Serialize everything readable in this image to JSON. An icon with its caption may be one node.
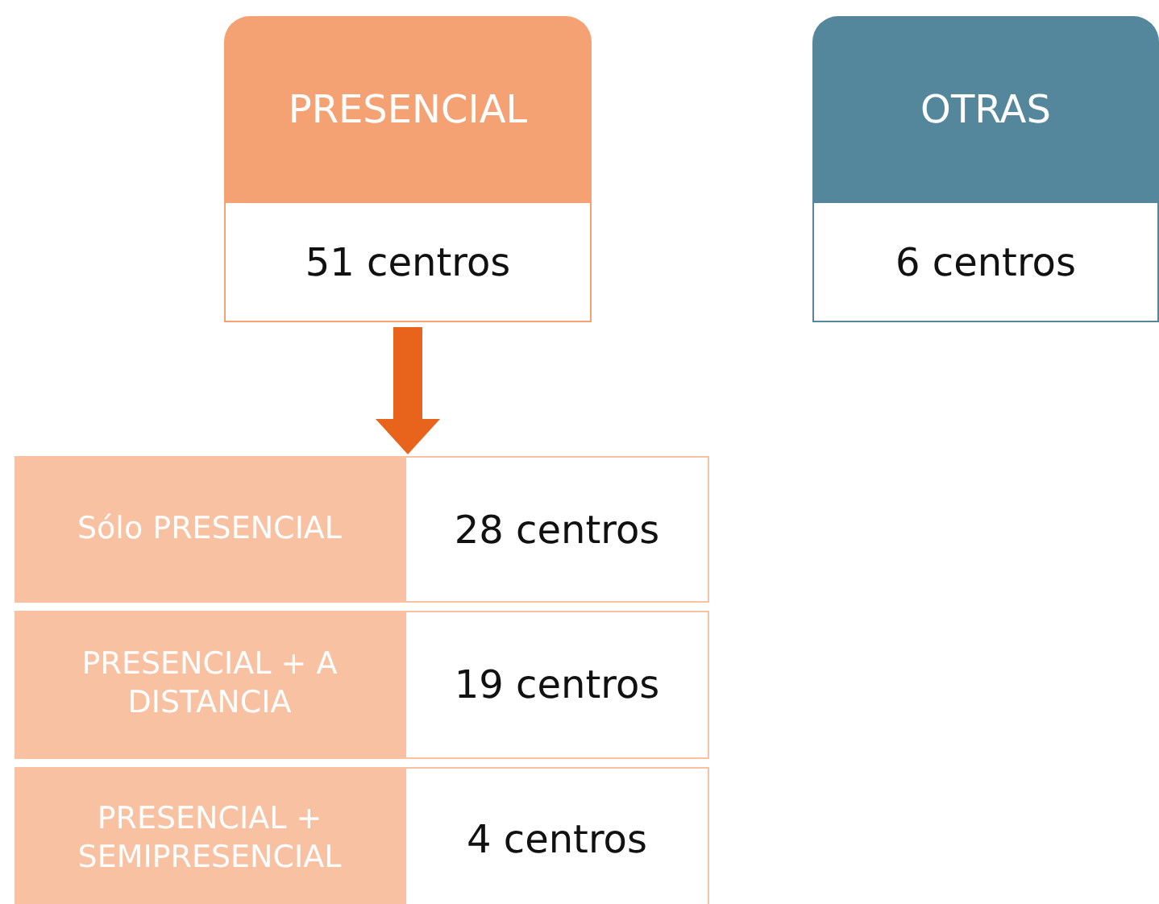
{
  "diagram": {
    "nodes": [
      {
        "text": [
          "PRESENCIAL",
          "51 centros"
        ]
      },
      {
        "text": [
          "OTRAS",
          "6 centros"
        ]
      },
      {
        "text": [
          "Sólo PRESENCIAL",
          "28 centros"
        ]
      },
      {
        "text": [
          "PRESENCIAL + A DISTANCIA",
          "19 centros"
        ]
      },
      {
        "text": [
          "PRESENCIAL + SEMIPRESENCIAL",
          "4 centros"
        ]
      }
    ],
    "edges": [
      {
        "from": 0,
        "to": 2,
        "arrow": "to"
      }
    ]
  }
}
